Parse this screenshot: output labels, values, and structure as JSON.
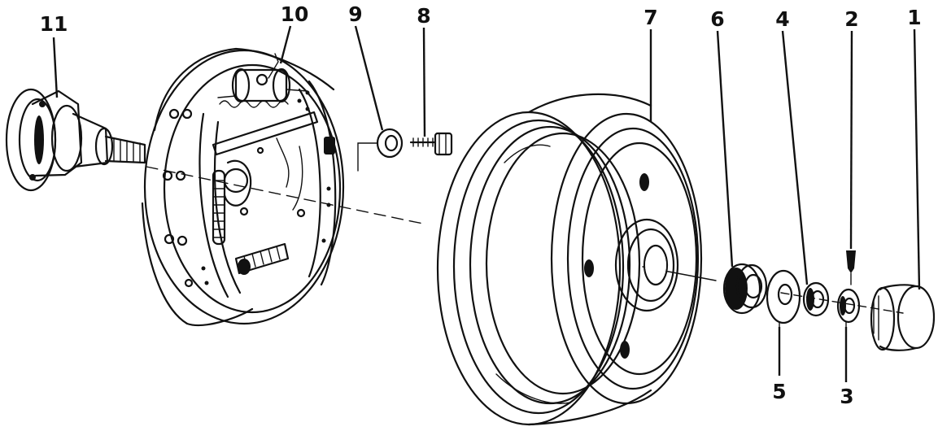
{
  "diagram": {
    "type": "exploded assembly drawing",
    "ink_color": "#111111",
    "background_color": "#ffffff",
    "part_labels": [
      "1",
      "2",
      "3",
      "4",
      "5",
      "6",
      "7",
      "8",
      "9",
      "10",
      "11"
    ]
  }
}
